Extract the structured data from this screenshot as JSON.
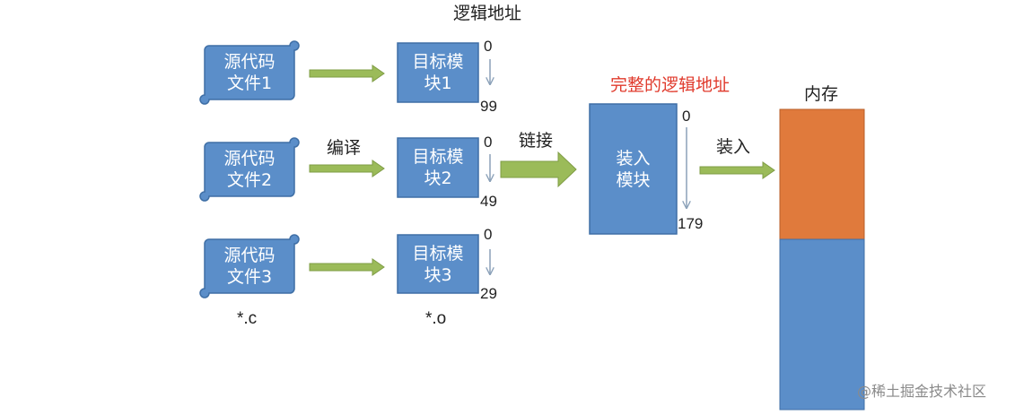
{
  "header": {
    "logical_address": "逻辑地址"
  },
  "sources": [
    {
      "line1": "源代码",
      "line2": "文件1"
    },
    {
      "line1": "源代码",
      "line2": "文件2"
    },
    {
      "line1": "源代码",
      "line2": "文件3"
    }
  ],
  "source_ext": "*.c",
  "modules": [
    {
      "line1": "目标模",
      "line2": "块1",
      "start": "0",
      "end": "99"
    },
    {
      "line1": "目标模",
      "line2": "块2",
      "start": "0",
      "end": "49"
    },
    {
      "line1": "目标模",
      "line2": "块3",
      "start": "0",
      "end": "29"
    }
  ],
  "module_ext": "*.o",
  "compile_label": "编译",
  "link_label": "链接",
  "complete_logical_address": "完整的逻辑地址",
  "load_module": {
    "line1": "装入",
    "line2": "模块",
    "start": "0",
    "end": "179"
  },
  "load_label": "装入",
  "memory_label": "内存",
  "watermark": "@稀土掘金技术社区",
  "colors": {
    "box_blue": "#5b8ec9",
    "box_border": "#3f6fa6",
    "arrow_green": "#9bbb59",
    "memory_orange": "#e07a3c",
    "memory_blue": "#5b8ec9",
    "highlight_red": "#e03a2c"
  }
}
